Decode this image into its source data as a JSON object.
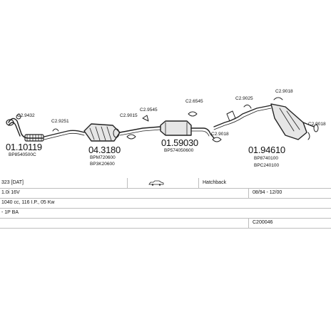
{
  "parts": {
    "p1": {
      "number": "01.10119",
      "ref": "BP8540500C",
      "clip": "C2.9432"
    },
    "p2": {
      "clip": "C2.9251"
    },
    "p3": {
      "number": "04.3180",
      "ref1": "BPM720600",
      "ref2": "BP3K20600"
    },
    "p4": {
      "clip1": "C2.9015",
      "clip2": "C2.9545"
    },
    "p5": {
      "number": "01.59030",
      "ref": "BP574050600",
      "clip1": "C2.6545",
      "clip2": "C2.9018"
    },
    "p6": {
      "number": "01.94610",
      "ref1": "BP8740100",
      "ref2": "BPC240100",
      "clip1": "C2.9025",
      "clip2": "C2.9018",
      "clip3": "C2.9018"
    }
  },
  "info": {
    "model": "323 [DAT]",
    "body": "Hatchback",
    "engine": "1.0i 16V",
    "dates": "08/94 - 12/00",
    "spec": "1040 cc, 116 I.P., 05 Kw",
    "code": "- 1P BA",
    "catalog": "C200046"
  }
}
